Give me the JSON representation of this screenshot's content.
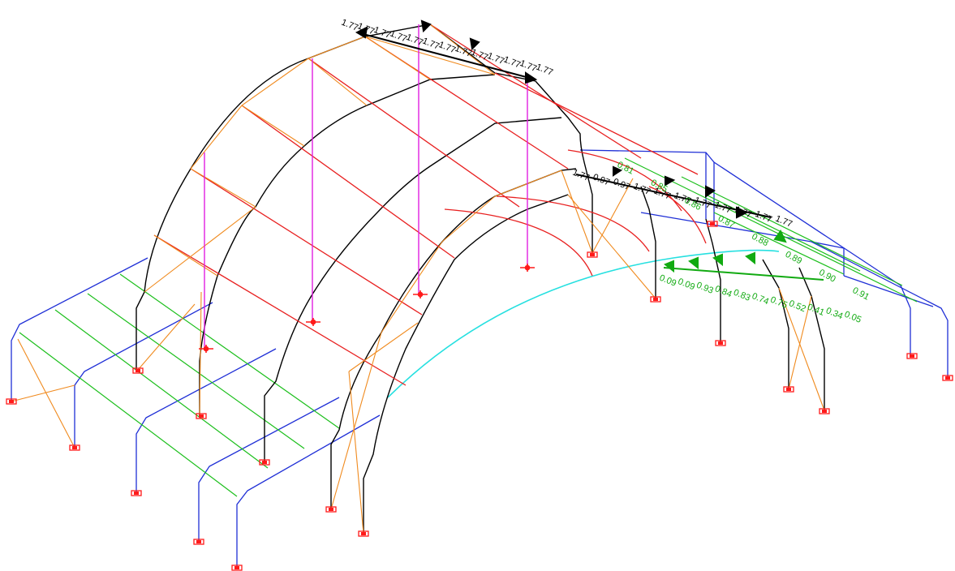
{
  "colors": {
    "background": "#ffffff",
    "arch_chord": "#000000",
    "purlin": "#e82020",
    "bracing": "#f08a1e",
    "side_frame": "#1f2fd6",
    "side_purlin": "#1cbf1c",
    "hanger": "#e020e0",
    "ridge_curve": "#26e0e0",
    "support": "#ff1a1a",
    "load_black": "#000000",
    "load_green": "#11aa11"
  },
  "load_labels_top": [
    "1.77",
    "1.77",
    "1.77",
    "1.77",
    "1.77",
    "1.77",
    "1.77",
    "1.77",
    "1.77",
    "1.77",
    "1.77",
    "1.77",
    "1.77"
  ],
  "load_labels_mid": [
    "1.77",
    "0.97",
    "0.97",
    "1.77",
    "1.77",
    "1.77",
    "1.77",
    "1.77",
    "1.77",
    "1.77",
    "1.77"
  ],
  "load_labels_green_upper": [
    "0.81",
    "0.85",
    "0.86",
    "0.87",
    "0.88",
    "0.89",
    "0.90",
    "0.91"
  ],
  "load_labels_green_lower": [
    "0.09",
    "0.09",
    "0.93",
    "0.84",
    "0.83",
    "0.74",
    "0.75",
    "0.52",
    "0.41",
    "0.34",
    "0.05"
  ]
}
